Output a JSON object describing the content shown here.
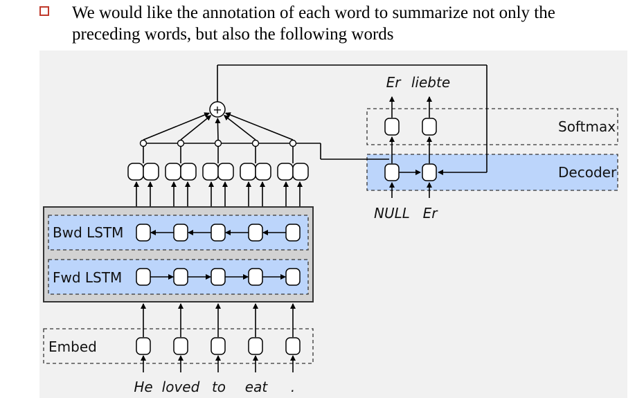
{
  "bullet": {
    "text": "We would like the annotation of each word to summarize not only the preceding words, but also the following words"
  },
  "diagram": {
    "labels": {
      "embed": "Embed",
      "fwd": "Fwd LSTM",
      "bwd": "Bwd LSTM",
      "decoder": "Decoder",
      "softmax": "Softmax"
    },
    "input_words": [
      "He",
      "loved",
      "to",
      "eat",
      "."
    ],
    "decoder_inputs": [
      "NULL",
      "Er"
    ],
    "outputs": [
      "Er",
      "liebte"
    ],
    "sum_symbol": "+",
    "colors": {
      "layer_fill": "#bcd5fb",
      "encoder_panel": "#d2d2d2",
      "bullet_border": "#c0392b"
    }
  }
}
